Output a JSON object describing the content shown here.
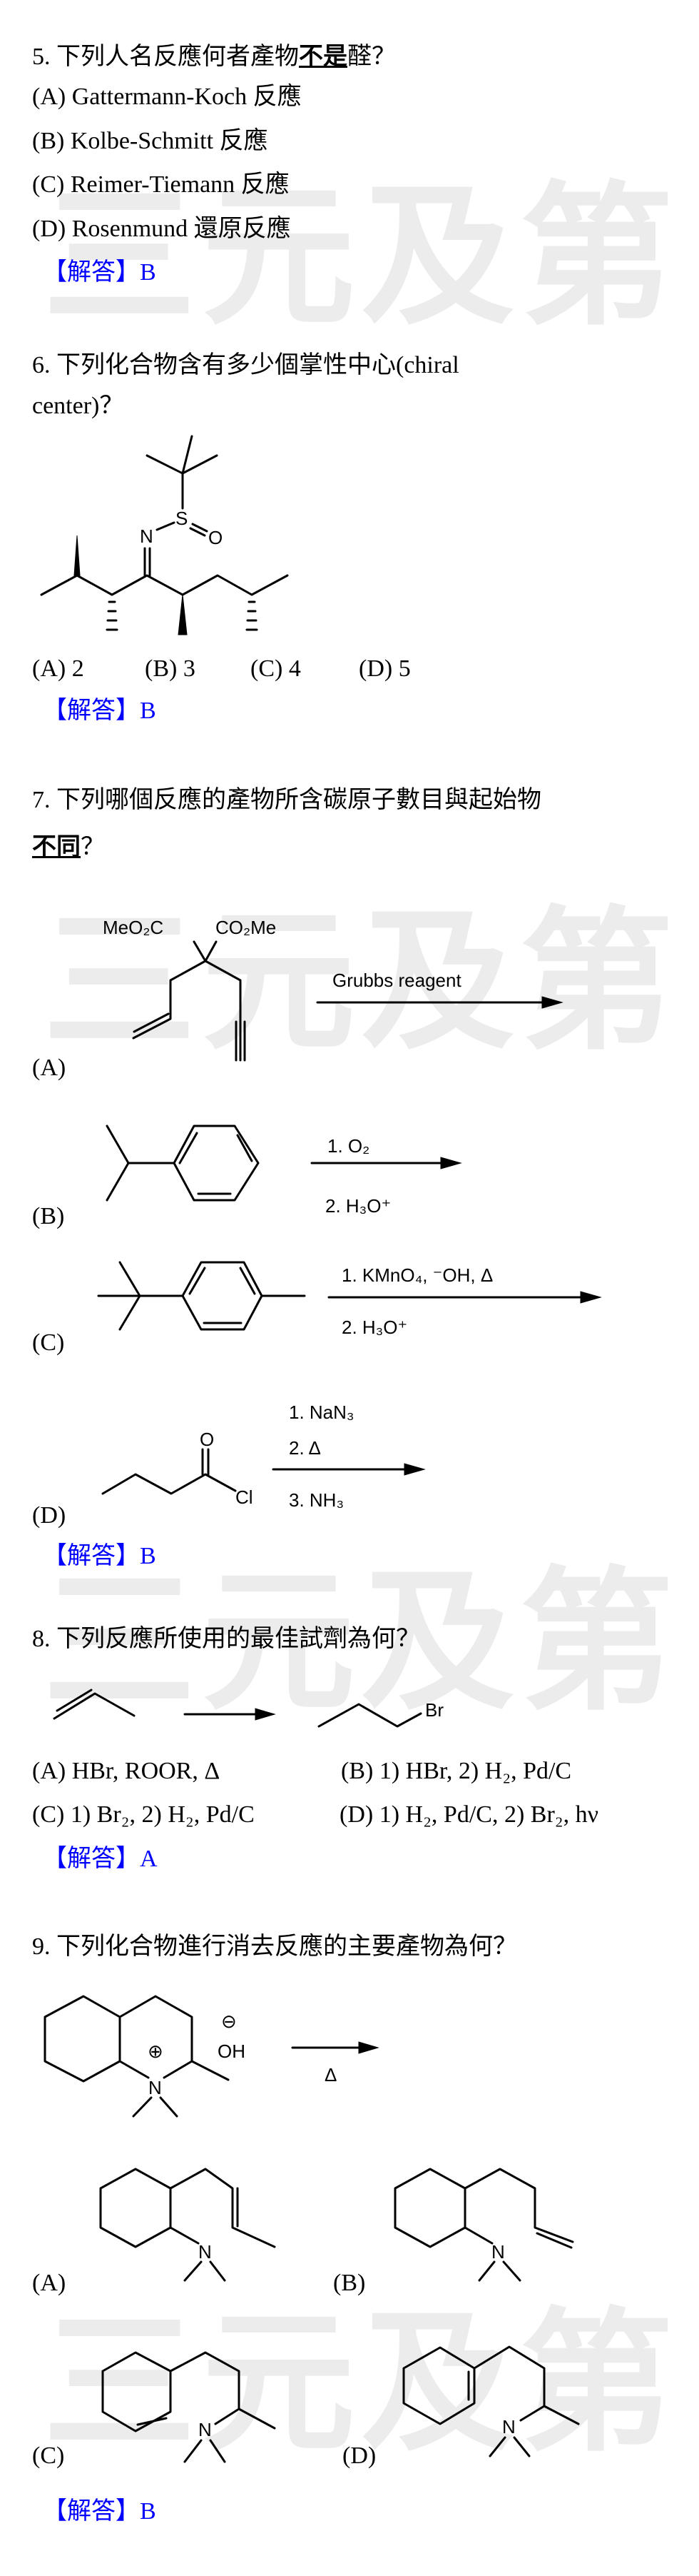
{
  "watermark": "三元及第",
  "answer_prefix": "【解答】",
  "q5": {
    "number": "5.",
    "question_pre": "下列人名反應何者產物",
    "question_emph": "不是",
    "question_post": "醛？",
    "options": [
      "(A) Gattermann-Koch  反應",
      "(B) Kolbe-Schmitt  反應",
      "(C) Reimer-Tiemann  反應",
      "(D) Rosenmund  還原反應"
    ],
    "answer": "B"
  },
  "q6": {
    "number": "6.",
    "question_line1": "下列化合物含有多少個掌性中心(chiral",
    "question_line2": "center)？",
    "structure_labels": {
      "n": "N",
      "s": "S",
      "o": "O"
    },
    "options": [
      "(A) 2",
      "(B) 3",
      "(C) 4",
      "(D) 5"
    ],
    "answer": "B"
  },
  "q7": {
    "number": "7.",
    "question_line1": "下列哪個反應的產物所含碳原子數目與起始物",
    "question_emph": "不同",
    "question_post": "？",
    "a": {
      "label": "(A)",
      "group_left": "MeO₂C",
      "group_right": "CO₂Me",
      "reagent": "Grubbs reagent"
    },
    "b": {
      "label": "(B)",
      "step1": "1. O₂",
      "step2": "2. H₃O⁺"
    },
    "c": {
      "label": "(C)",
      "step1": "1. KMnO₄, ⁻OH, Δ",
      "step2": "2. H₃O⁺"
    },
    "d": {
      "label": "(D)",
      "o": "O",
      "cl": "Cl",
      "step1": "1. NaN₃",
      "step2": "2. Δ",
      "step3": "3. NH₃"
    },
    "answer": "B"
  },
  "q8": {
    "number": "8.",
    "question": "下列反應所使用的最佳試劑為何？",
    "product_label": "Br",
    "options": [
      "(A) HBr, ROOR, Δ",
      "(B) 1) HBr, 2) H₂, Pd/C",
      "(C) 1) Br₂, 2) H₂, Pd/C",
      "(D) 1) H₂, Pd/C, 2) Br₂, hν"
    ],
    "answer": "A"
  },
  "q9": {
    "number": "9.",
    "question": "下列化合物進行消去反應的主要產物為何？",
    "reactant": {
      "plus": "⊕",
      "n": "N",
      "minus": "⊖",
      "oh": "OH",
      "heat": "Δ"
    },
    "n_label": "N",
    "options": [
      "(A)",
      "(B)",
      "(C)",
      "(D)"
    ],
    "answer": "B"
  }
}
